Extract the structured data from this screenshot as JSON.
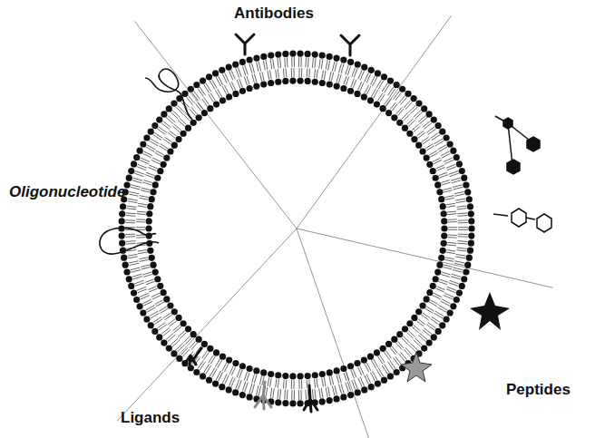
{
  "diagram": {
    "labels": [
      "Antibodies",
      "Oligonucleotide",
      "Ligands",
      "Peptides"
    ]
  }
}
